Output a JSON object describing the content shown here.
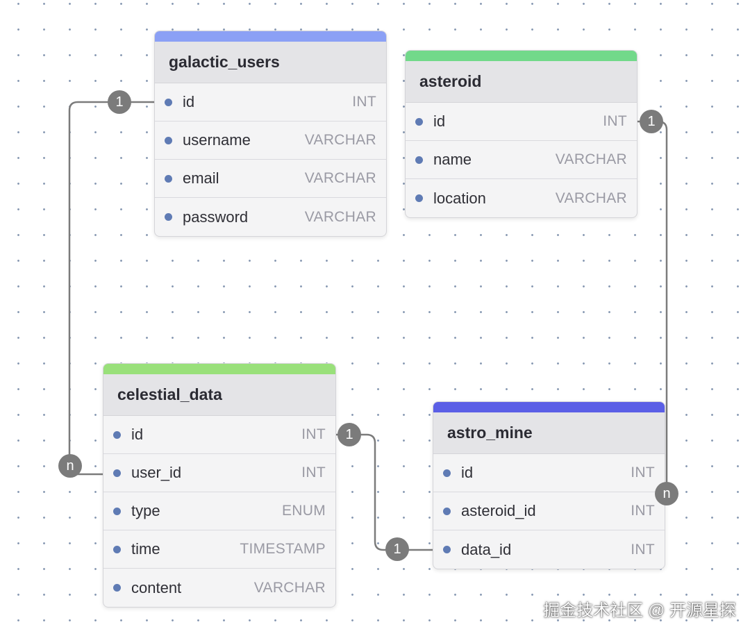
{
  "tables": {
    "galactic_users": {
      "name": "galactic_users",
      "accent": "#8ba0f5",
      "fields": [
        {
          "name": "id",
          "type": "INT"
        },
        {
          "name": "username",
          "type": "VARCHAR"
        },
        {
          "name": "email",
          "type": "VARCHAR"
        },
        {
          "name": "password",
          "type": "VARCHAR"
        }
      ]
    },
    "asteroid": {
      "name": "asteroid",
      "accent": "#72d98a",
      "fields": [
        {
          "name": "id",
          "type": "INT"
        },
        {
          "name": "name",
          "type": "VARCHAR"
        },
        {
          "name": "location",
          "type": "VARCHAR"
        }
      ]
    },
    "celestial_data": {
      "name": "celestial_data",
      "accent": "#99e07a",
      "fields": [
        {
          "name": "id",
          "type": "INT"
        },
        {
          "name": "user_id",
          "type": "INT"
        },
        {
          "name": "type",
          "type": "ENUM"
        },
        {
          "name": "time",
          "type": "TIMESTAMP"
        },
        {
          "name": "content",
          "type": "VARCHAR"
        }
      ]
    },
    "astro_mine": {
      "name": "astro_mine",
      "accent": "#5b5fe6",
      "fields": [
        {
          "name": "id",
          "type": "INT"
        },
        {
          "name": "asteroid_id",
          "type": "INT"
        },
        {
          "name": "data_id",
          "type": "INT"
        }
      ]
    }
  },
  "relations": {
    "users_to_celestial": {
      "from": "galactic_users.id",
      "to": "celestial_data.user_id",
      "from_card": "1",
      "to_card": "n"
    },
    "asteroid_to_mine": {
      "from": "asteroid.id",
      "to": "astro_mine.asteroid_id",
      "from_card": "1",
      "to_card": "n"
    },
    "celestial_to_mine": {
      "from": "celestial_data.id",
      "to": "astro_mine.data_id",
      "from_card": "1",
      "to_card": "1"
    }
  },
  "colors": {
    "line": "#7b7b7b",
    "badge": "#7b7b7b",
    "field_dot": "#5f7bb4"
  },
  "watermark": "掘金技术社区 @ 开源星探"
}
